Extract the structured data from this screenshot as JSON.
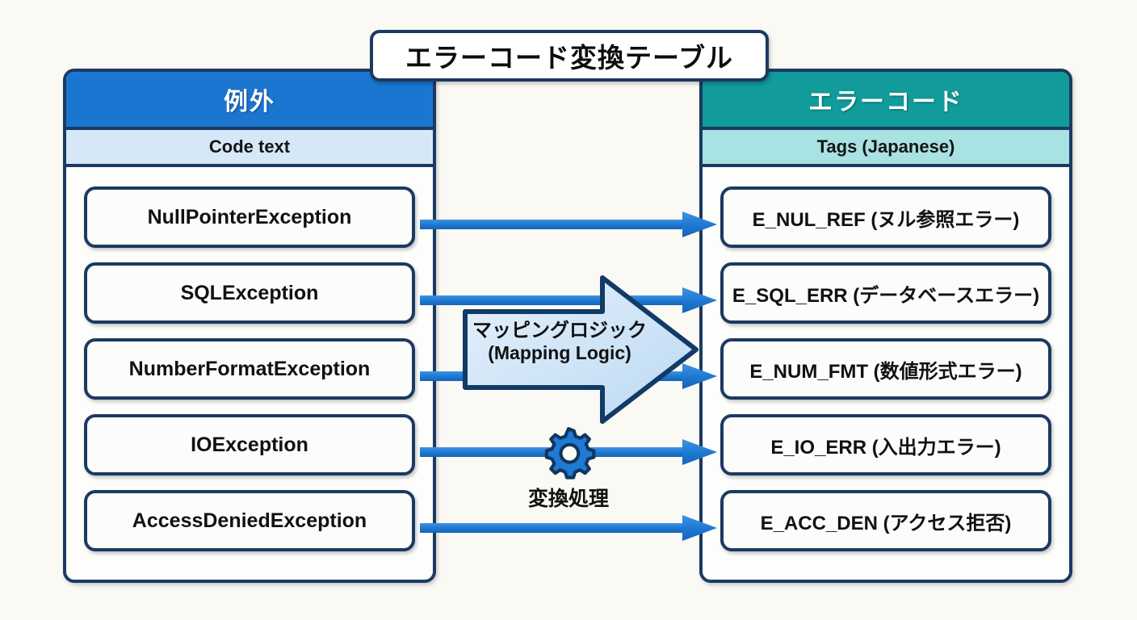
{
  "title": "エラーコード変換テーブル",
  "left_column": {
    "header": "例外",
    "subheader": "Code text",
    "items": [
      "NullPointerException",
      "SQLException",
      "NumberFormatException",
      "IOException",
      "AccessDeniedException"
    ]
  },
  "right_column": {
    "header": "エラーコード",
    "subheader": "Tags (Japanese)",
    "items": [
      "E_NUL_REF (ヌル参照エラー)",
      "E_SQL_ERR (データベースエラー)",
      "E_NUM_FMT (数値形式エラー)",
      "E_IO_ERR (入出力エラー)",
      "E_ACC_DEN (アクセス拒否)"
    ]
  },
  "center": {
    "mapping_label_jp": "マッピングロジック",
    "mapping_label_en": "(Mapping Logic)",
    "gear_label": "変換処理",
    "gear_icon_name": "gear-icon"
  },
  "colors": {
    "left_header_bg": "#1b76d2",
    "left_subheader_bg": "#d6e8f7",
    "right_header_bg": "#119b9b",
    "right_subheader_bg": "#a8e2e2",
    "border": "#1b3a63",
    "connector": "#1e7ad4",
    "arrow_fill": "#cde4f7",
    "page_bg": "#faf9f4"
  }
}
